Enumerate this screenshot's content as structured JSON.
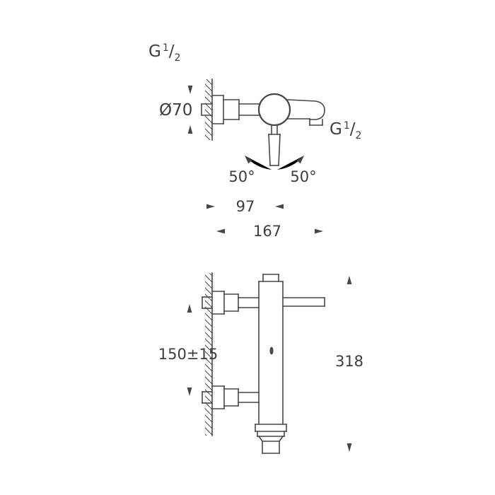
{
  "colors": {
    "background": "#ffffff",
    "line": "#474747",
    "text": "#3d3d3d"
  },
  "front_view": {
    "thread_inlet": {
      "prefix": "G",
      "sup": "1",
      "slash": "/",
      "sub": "2"
    },
    "thread_outlet": {
      "prefix": "G",
      "sup": "1",
      "slash": "/",
      "sub": "2"
    },
    "diameter": "Ø70",
    "angle_left": "50°",
    "angle_right": "50°",
    "dim_wall_to_center": "97",
    "dim_total_reach": "167"
  },
  "side_view": {
    "dim_inlet_spacing": "150±15",
    "dim_total_height": "318"
  }
}
